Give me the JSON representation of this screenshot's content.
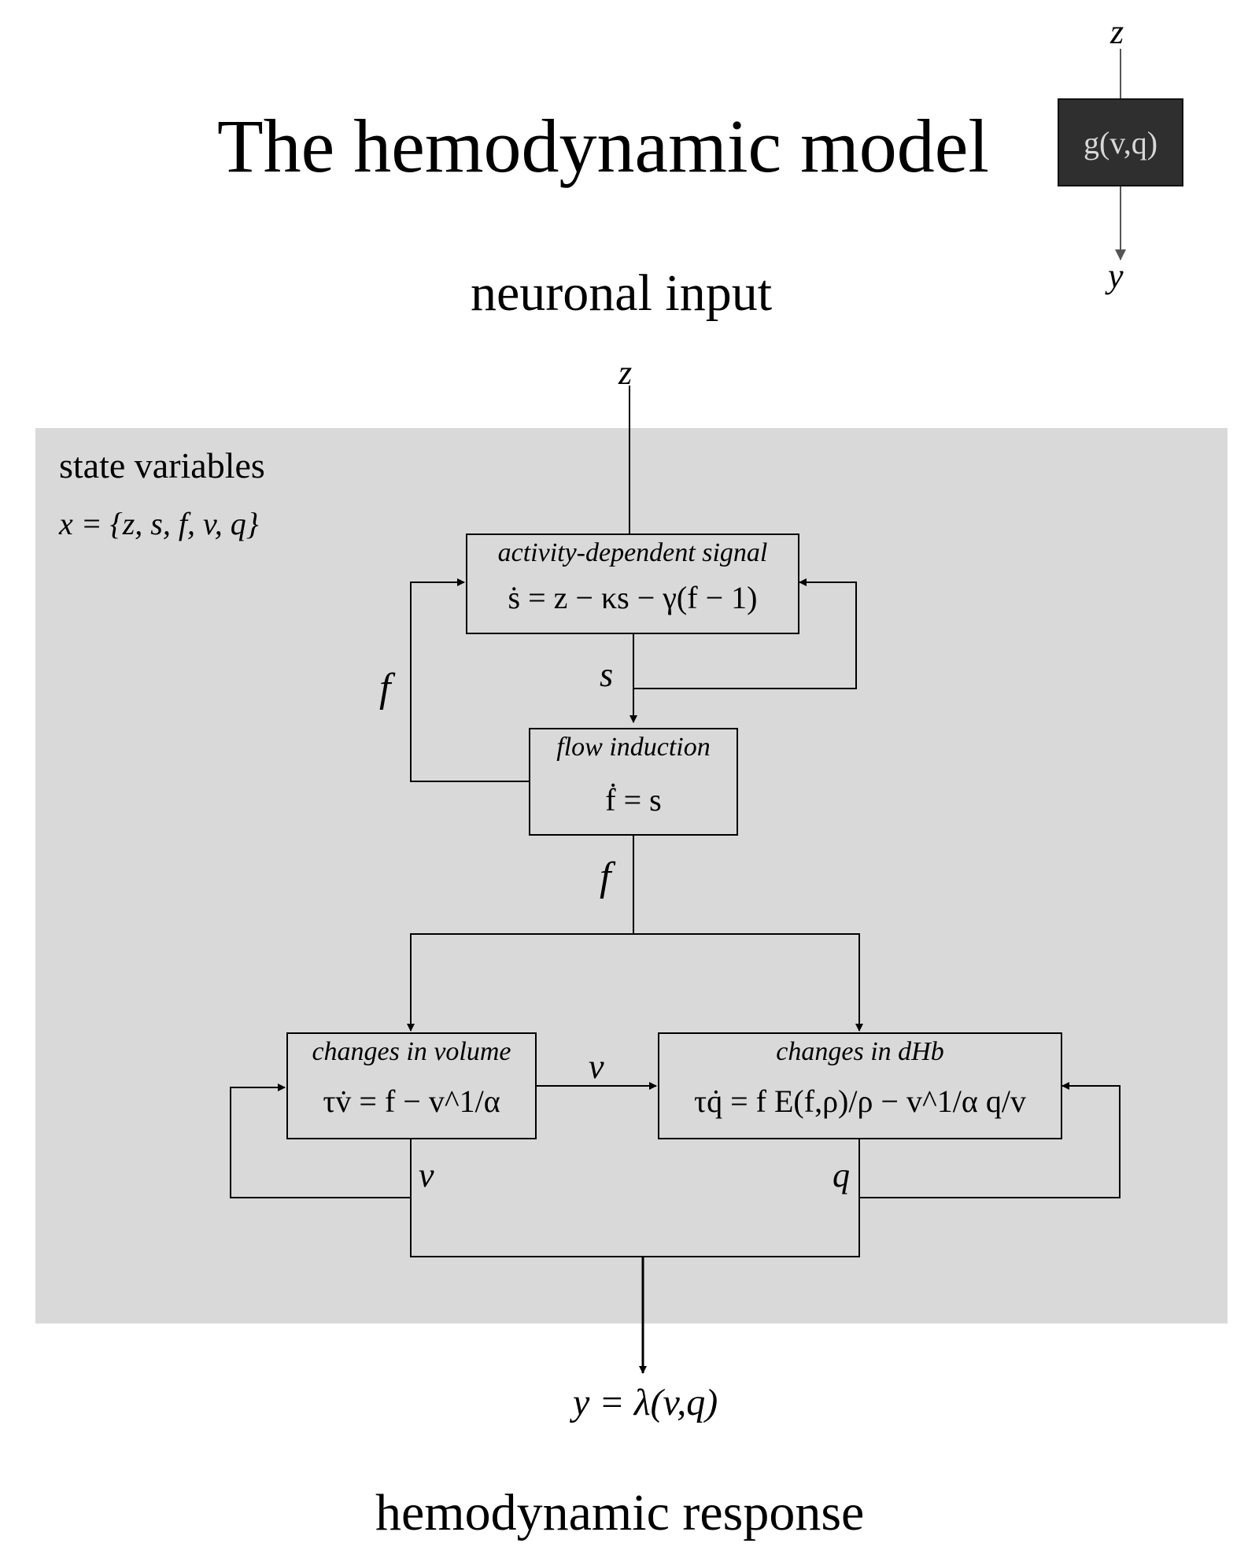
{
  "title": "The hemodynamic model",
  "mini_block": {
    "input": "z",
    "label": "g(v,q)",
    "output": "y"
  },
  "input_heading": "neuronal input",
  "output_heading": "hemodynamic response",
  "state_variables": {
    "label": "state variables",
    "equation": "x = {z, s, f, v, q}"
  },
  "nodes": {
    "signal": {
      "title": "activity-dependent signal",
      "equation": "ṡ = z − κs − γ(f − 1)"
    },
    "flow": {
      "title": "flow induction",
      "equation": "ḟ = s"
    },
    "volume": {
      "title": "changes in volume",
      "equation": "τv̇ = f − v^1/α"
    },
    "dhb": {
      "title": "changes in dHb",
      "equation": "τq̇ = f E(f,ρ)/ρ − v^1/α q/v"
    }
  },
  "edge_labels": {
    "z": "z",
    "s": "s",
    "f_feedback": "f",
    "f_out": "f",
    "v_transfer": "v",
    "v_out": "v",
    "q_out": "q"
  },
  "output_equation": "y = λ(v,q)"
}
